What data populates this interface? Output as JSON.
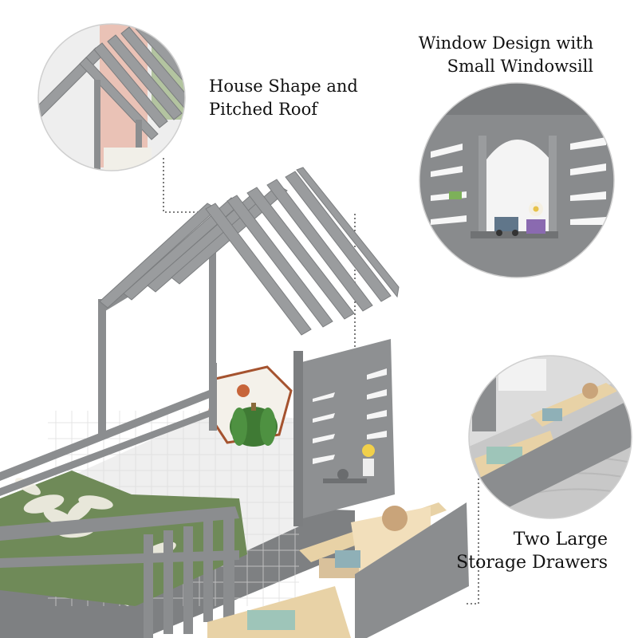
{
  "captions": {
    "roof": {
      "line1": "House Shape and",
      "line2": "Pitched Roof"
    },
    "window": {
      "line1": "Window Design with",
      "line2": "Small Windowsill"
    },
    "drawers": {
      "line1": "Two Large",
      "line2": "Storage Drawers"
    }
  },
  "colors": {
    "frame": "#8b8d8f",
    "frame_dark": "#6f7173",
    "wood": "#e8d2a6",
    "blanket": "#6f8a58",
    "mattress": "#e6e6e6",
    "pumpkin": "#3f7a34"
  }
}
